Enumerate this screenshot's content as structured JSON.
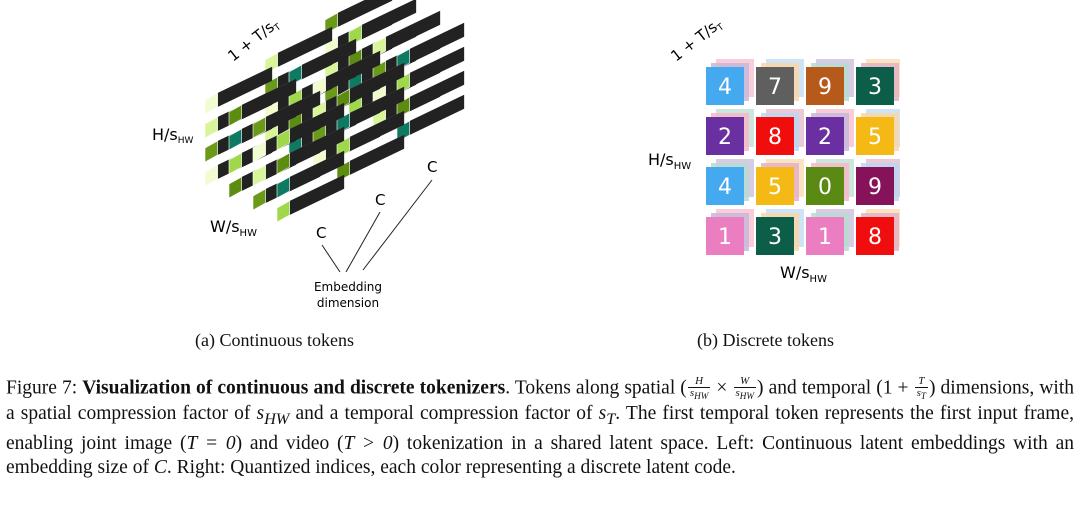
{
  "panels": {
    "continuous": {
      "label_time": "1 + T/s",
      "label_time_sub": "T",
      "label_height": "H/s",
      "label_height_sub": "HW",
      "label_width": "W/s",
      "label_width_sub": "HW",
      "embedding_marks": [
        "C",
        "C",
        "C"
      ],
      "embedding_label_line1": "Embedding",
      "embedding_label_line2": "dimension",
      "bar_colors": {
        "top": "#b9b9b9",
        "side": "#222222"
      },
      "end_colors": [
        "#0e7a62",
        "#d8f59a",
        "#9fd84a",
        "#6a9a1a",
        "#5c8c10",
        "#f1fcd0"
      ],
      "subcaption": "(a) Continuous tokens"
    },
    "discrete": {
      "label_time": "1 + T/s",
      "label_time_sub": "T",
      "label_height": "H/s",
      "label_height_sub": "HW",
      "label_width": "W/s",
      "label_width_sub": "HW",
      "grid": [
        [
          {
            "v": "4",
            "c": "#45a9f0"
          },
          {
            "v": "7",
            "c": "#5f5f5f"
          },
          {
            "v": "9",
            "c": "#b65a1c"
          },
          {
            "v": "3",
            "c": "#0c5e48"
          }
        ],
        [
          {
            "v": "2",
            "c": "#6a2fa0"
          },
          {
            "v": "8",
            "c": "#f00d0d"
          },
          {
            "v": "2",
            "c": "#6a2fa0"
          },
          {
            "v": "5",
            "c": "#f4b914"
          }
        ],
        [
          {
            "v": "4",
            "c": "#45a9f0"
          },
          {
            "v": "5",
            "c": "#f4b914"
          },
          {
            "v": "0",
            "c": "#5a8a14"
          },
          {
            "v": "9",
            "c": "#86125a"
          }
        ],
        [
          {
            "v": "1",
            "c": "#ea7ec0"
          },
          {
            "v": "3",
            "c": "#0c5e48"
          },
          {
            "v": "1",
            "c": "#ea7ec0"
          },
          {
            "v": "8",
            "c": "#f00d0d"
          }
        ]
      ],
      "shadow_colors": [
        "#f7b6c9",
        "#b9d8f2",
        "#c7b7d9",
        "#f9d6a6",
        "#b6dcd0",
        "#e2b2c4"
      ],
      "subcaption": "(b) Discrete tokens"
    }
  },
  "caption": {
    "fig_label": "Figure 7:",
    "title": "Visualization of continuous and discrete tokenizers",
    "text": {
      "p1": ". Tokens along spatial (",
      "p2": " × ",
      "p3": ") and temporal (1 + ",
      "p4": ") dimensions, with a spatial compression factor of ",
      "p5": " and a temporal compression factor of ",
      "p6": ". The first temporal token represents the first input frame, enabling joint image (",
      "p7": ") and video (",
      "p8": ") tokenization in a shared latent space. Left: Continuous latent embeddings with an embedding size of ",
      "p9": ". Right: Quantized indices, each color representing a discrete latent code."
    },
    "math": {
      "H": "H",
      "W": "W",
      "T": "T",
      "sHW": "s",
      "sHW_sub": "HW",
      "sT": "s",
      "sT_sub": "T",
      "T0": "T = 0",
      "Tgt0": "T > 0",
      "C": "C"
    }
  }
}
